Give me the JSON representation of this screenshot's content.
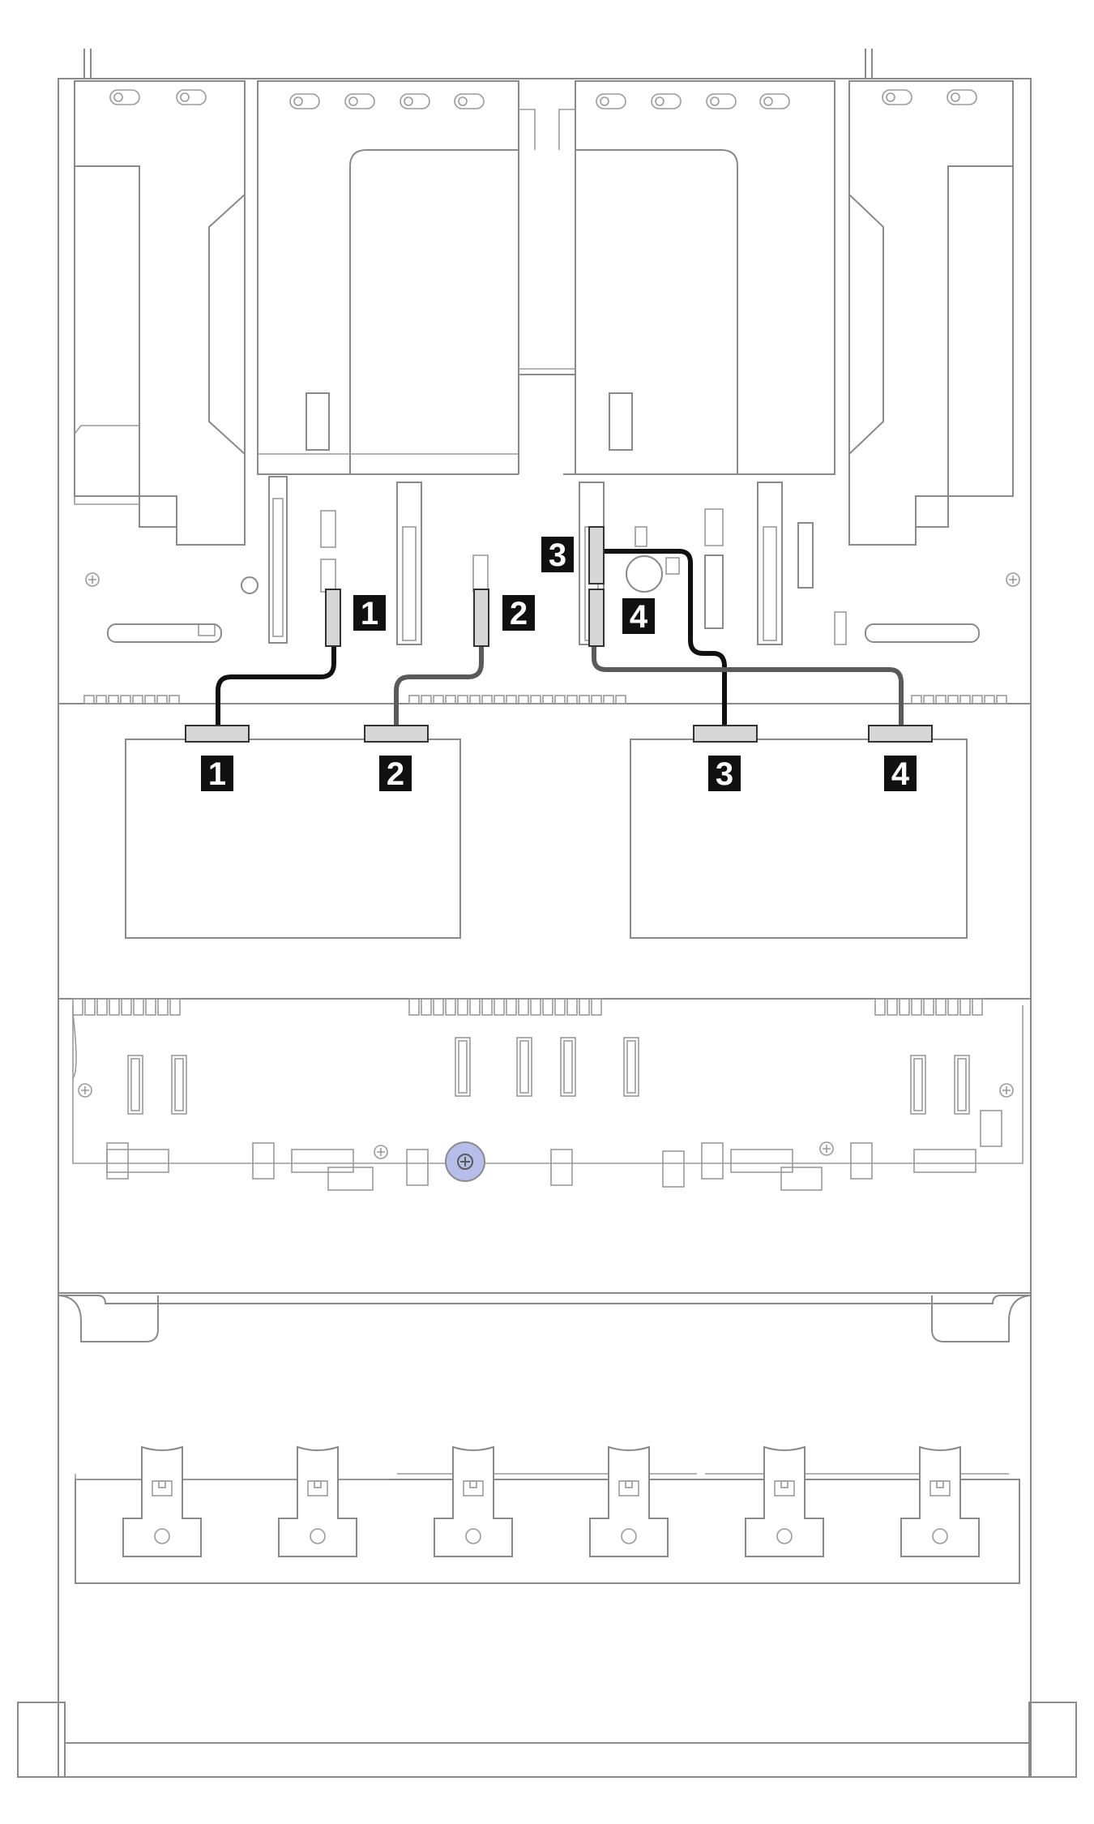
{
  "callouts": [
    "1",
    "2",
    "3",
    "4"
  ],
  "colors": {
    "outline": "#8a8a8a",
    "connector_fill": "#d6d6d6",
    "callout_bg": "#111111",
    "callout_text": "#ffffff",
    "cable_primary": "#111111",
    "cable_secondary": "#5a5a5a",
    "screw_accent": "#b6bde8"
  },
  "icons": [
    "screw-icon",
    "thumbscrew-icon",
    "fan-latch-icon"
  ]
}
